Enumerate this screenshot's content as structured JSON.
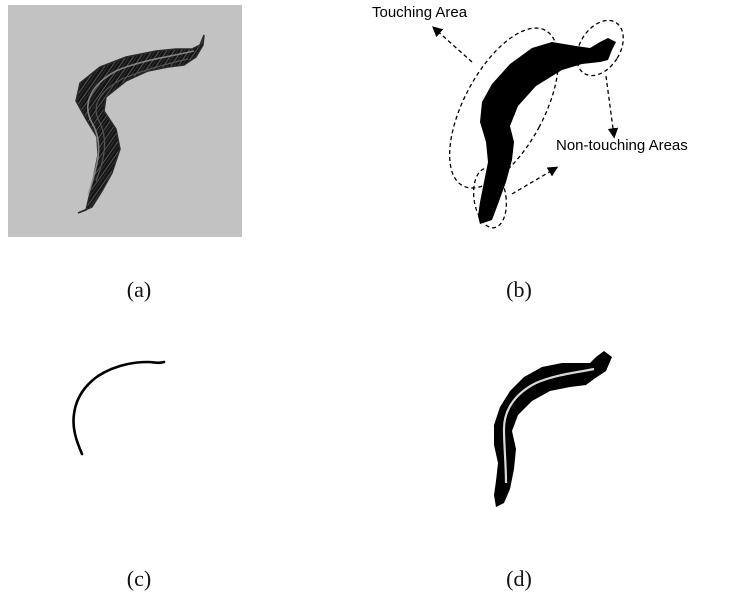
{
  "panels": {
    "a": {
      "caption": "(a)",
      "background": "#c2c2c2"
    },
    "b": {
      "caption": "(b)",
      "annotations": {
        "touching": "Touching Area",
        "non_touching": "Non-touching Areas"
      }
    },
    "c": {
      "caption": "(c)"
    },
    "d": {
      "caption": "(d)"
    }
  },
  "colors": {
    "shape_fill": "#000000",
    "panel_a_bg": "#c2c2c2",
    "caption_text": "#111111"
  }
}
